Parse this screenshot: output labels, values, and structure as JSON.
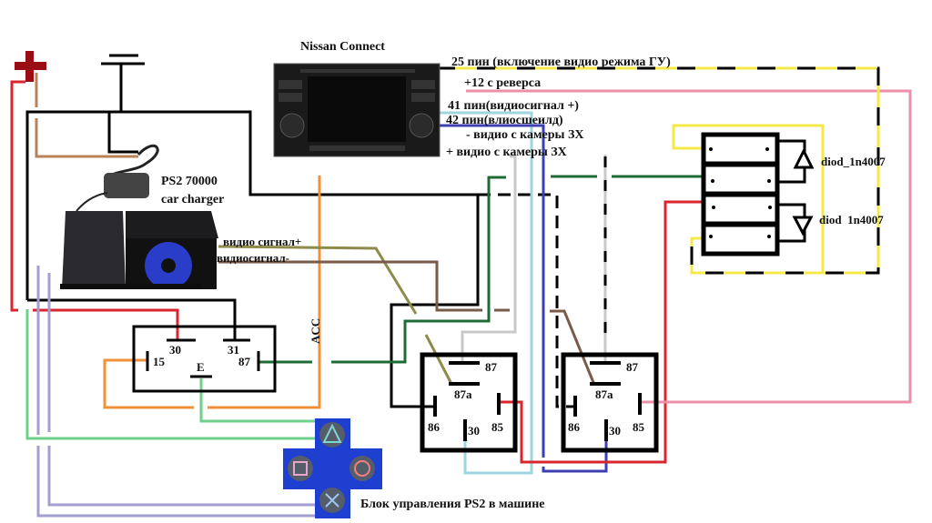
{
  "head_unit": {
    "title": "Nissan Connect"
  },
  "labels": {
    "pin25": "25 пин (включение видио режима ГУ)",
    "reverse12": "+12 с реверса",
    "pin41": "41 пин(видиосигнал +)",
    "pin42": "42 пин(влиосшеилд)",
    "cam_minus": "- видио с камеры ЗХ",
    "cam_plus": "+ видио с камеры ЗХ",
    "charger_line1": "PS2 70000",
    "charger_line2": "car charger",
    "video_plus": "видио сигнал+",
    "video_minus": "видиосигнал-",
    "acc": "ACC",
    "diode1": "diod_1n4007",
    "diode2": "diod  1n4007",
    "control_block": "Блок управления PS2 в машине"
  },
  "relay_main": {
    "pins": {
      "p30": "30",
      "p31": "31",
      "p15": "15",
      "p87": "87",
      "pE": "E"
    }
  },
  "relays": [
    {
      "p87": "87",
      "p87a": "87a",
      "p86": "86",
      "p30": "30",
      "p85": "85"
    },
    {
      "p87": "87",
      "p87a": "87a",
      "p86": "86",
      "p30": "30",
      "p85": "85"
    }
  ],
  "colors": {
    "plus": "#9b0d14",
    "red": "#d9262e",
    "black": "#000000",
    "tan": "#b98257",
    "orange": "#f0913a",
    "dark_green": "#1f6b35",
    "light_green": "#6fd08a",
    "lavender": "#a39ed0",
    "olive": "#8d8b4a",
    "brown": "#7a5b4a",
    "grey": "#c8c8c8",
    "cyan": "#9ed6df",
    "blue": "#3d3fb3",
    "pink": "#ec8fa8",
    "yellow": "#f5e94a",
    "pad_blue": "#1e3fd0"
  },
  "icons": {
    "power": "plus-terminal-icon",
    "ground": "ground-icon",
    "diode": "diode-icon"
  }
}
